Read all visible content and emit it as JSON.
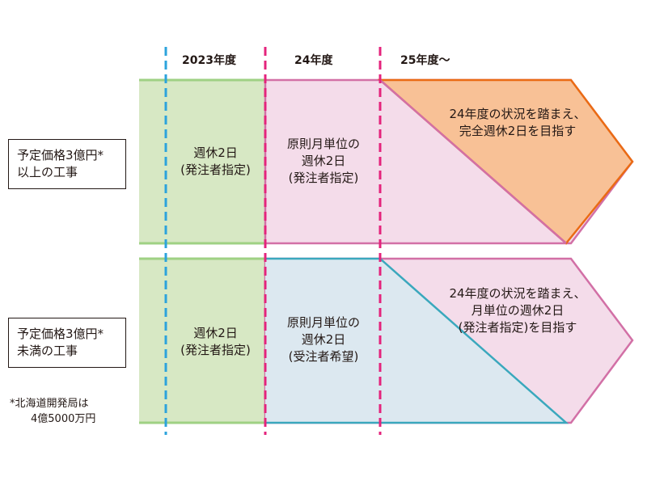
{
  "header": {
    "col_2023": "2023年度",
    "col_24": "24年度",
    "col_25": "25年度～"
  },
  "rows": [
    {
      "label_line1": "予定価格3億円*",
      "label_line2": "以上の工事",
      "phase1": [
        "週休2日",
        "(発注者指定)"
      ],
      "phase2": [
        "原則月単位の",
        "週休2日",
        "(発注者指定)"
      ],
      "phase3": [
        "24年度の状況を踏まえ、",
        "完全週休2日を目指す"
      ]
    },
    {
      "label_line1": "予定価格3億円*",
      "label_line2": "未満の工事",
      "phase1": [
        "週休2日",
        "(発注者指定)"
      ],
      "phase2": [
        "原則月単位の",
        "週休2日",
        "(受注者希望)"
      ],
      "phase3": [
        "24年度の状況を踏まえ、",
        "月単位の週休2日",
        "(発注者指定)を目指す"
      ]
    }
  ],
  "footnote": {
    "line1": "*北海道開発局は",
    "line2": "4億5000万円"
  },
  "colors": {
    "green_fill": "#d7e8c4",
    "green_edge": "#9fd184",
    "pink_fill": "#f4dcea",
    "pink_edge": "#d270a6",
    "orange_fill": "#f8c196",
    "orange_edge": "#ea6b14",
    "blue_fill": "#dce8f0",
    "blue_edge": "#3aa8bd",
    "divider_2023": "#2ca3dc",
    "divider_24": "#e4237c"
  }
}
